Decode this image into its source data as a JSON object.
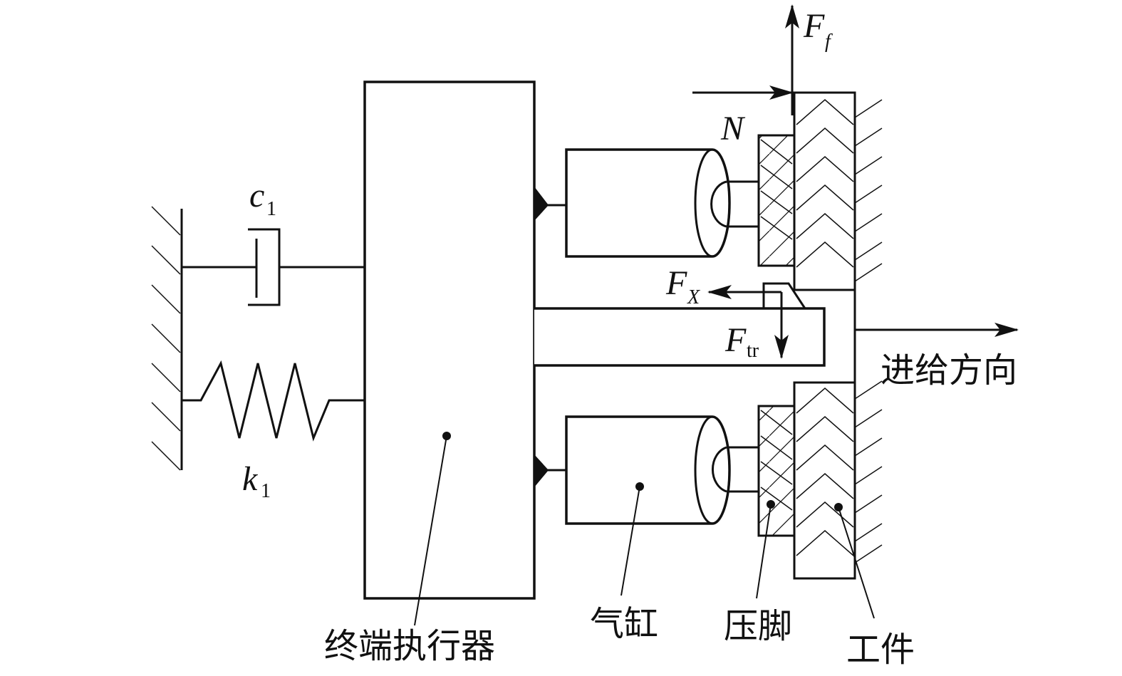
{
  "labels": {
    "end_effector": "终端执行器",
    "cylinder": "气缸",
    "presser_foot": "压脚",
    "workpiece": "工件",
    "feed_direction": "进给方向"
  },
  "symbols": {
    "damper_main": "c",
    "damper_sub": "1",
    "spring_main": "k",
    "spring_sub": "1",
    "ff_main": "F",
    "ff_sub": "f",
    "normal": "N",
    "fx_main": "F",
    "fx_sub": "X",
    "ftr_main": "F",
    "ftr_sub": "tr"
  }
}
